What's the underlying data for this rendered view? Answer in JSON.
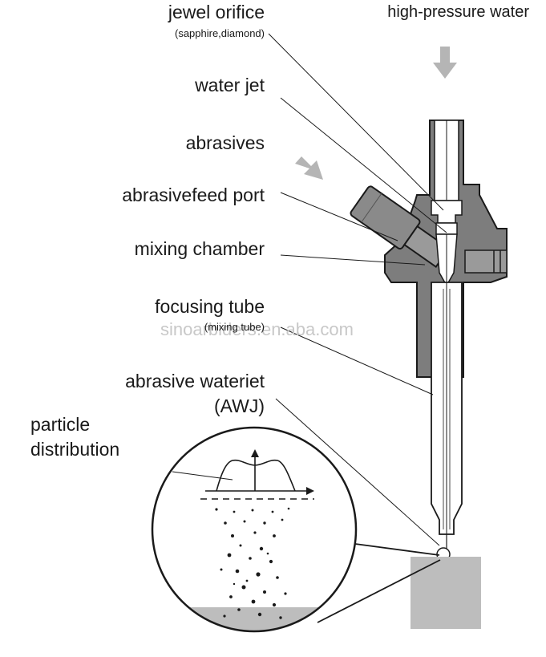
{
  "labels": {
    "jewel_orifice": "jewel orifice",
    "jewel_orifice_note": "(sapphire,diamond)",
    "high_pressure_water": "high-pressure water",
    "water_jet": "water jet",
    "abrasives": "abrasives",
    "abrasive_feed_port": "abrasivefeed port",
    "mixing_chamber": "mixing chamber",
    "focusing_tube": "focusing tube",
    "focusing_tube_note": "(mixing tube)",
    "abrasive_waterjet": "abrasive wateriet",
    "awj": "(AWJ)",
    "particle": "particle",
    "distribution": "distribution"
  },
  "watermark": "sinoarbiders.en.aba.com",
  "colors": {
    "body_fill": "#7d7d7d",
    "tube_fill": "#ffffff",
    "arrow_fill": "#b5b5b5",
    "workpiece_fill": "#bdbdbd",
    "stroke": "#1a1a1a"
  }
}
